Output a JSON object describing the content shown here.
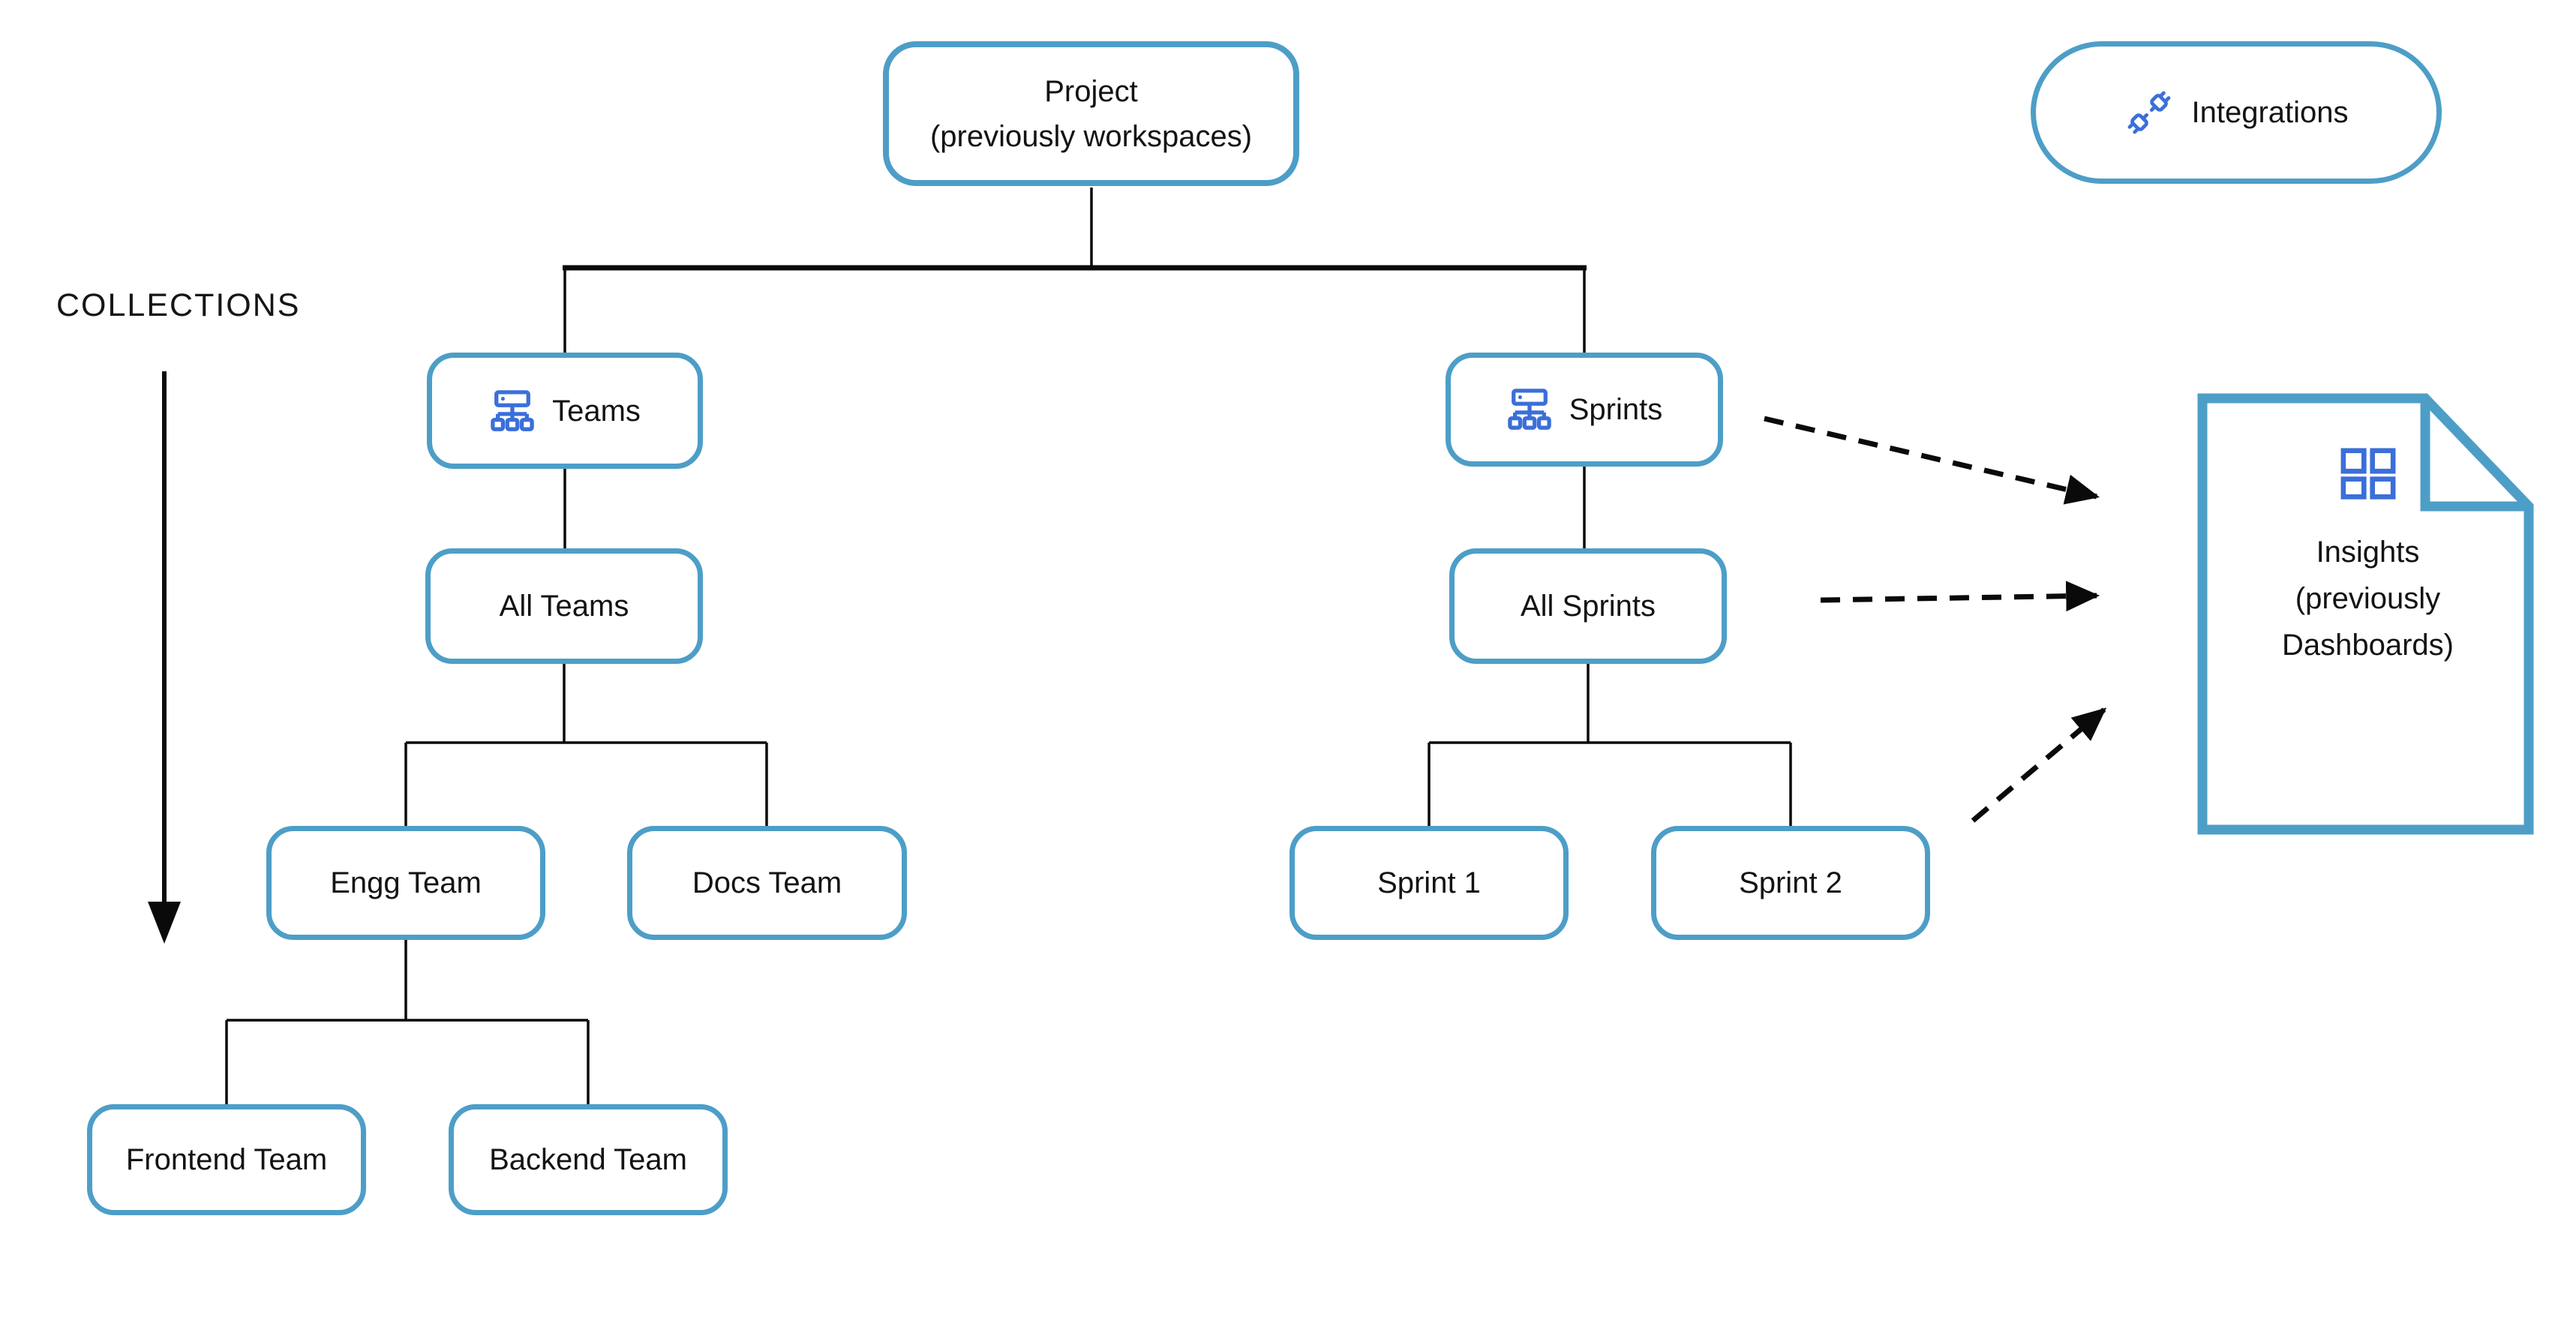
{
  "colors": {
    "box_border_teal": "#4d9ec7",
    "icon_blue": "#3b6fd8",
    "connector_black": "#0a0a0a",
    "text": "#131313",
    "background": "#ffffff"
  },
  "collections": {
    "label": "COLLECTIONS"
  },
  "nodes": {
    "project": {
      "line1": "Project",
      "line2": "(previously workspaces)"
    },
    "integrations": {
      "label": "Integrations",
      "icon": "plug-icon"
    },
    "teams": {
      "label": "Teams",
      "icon": "sitemap-icon"
    },
    "sprints": {
      "label": "Sprints",
      "icon": "sitemap-icon"
    },
    "all_teams": {
      "label": "All Teams"
    },
    "all_sprints": {
      "label": "All Sprints"
    },
    "engg_team": {
      "label": "Engg Team"
    },
    "docs_team": {
      "label": "Docs Team"
    },
    "sprint_1": {
      "label": "Sprint 1"
    },
    "sprint_2": {
      "label": "Sprint 2"
    },
    "frontend_team": {
      "label": "Frontend Team"
    },
    "backend_team": {
      "label": "Backend Team"
    },
    "insights": {
      "line1": "Insights",
      "line2": "(previously",
      "line3": "Dashboards)",
      "icon": "dashboard-grid-icon"
    }
  },
  "edges": {
    "solid_tree": [
      "project -> teams",
      "project -> sprints",
      "teams -> all_teams",
      "all_teams -> engg_team",
      "all_teams -> docs_team",
      "engg_team -> frontend_team",
      "engg_team -> backend_team",
      "sprints -> all_sprints",
      "all_sprints -> sprint_1",
      "all_sprints -> sprint_2"
    ],
    "dashed_arrows": [
      "sprints -> insights",
      "all_sprints -> insights",
      "sprint_2_area -> insights"
    ],
    "collections_arrow": "downward along teams column"
  }
}
